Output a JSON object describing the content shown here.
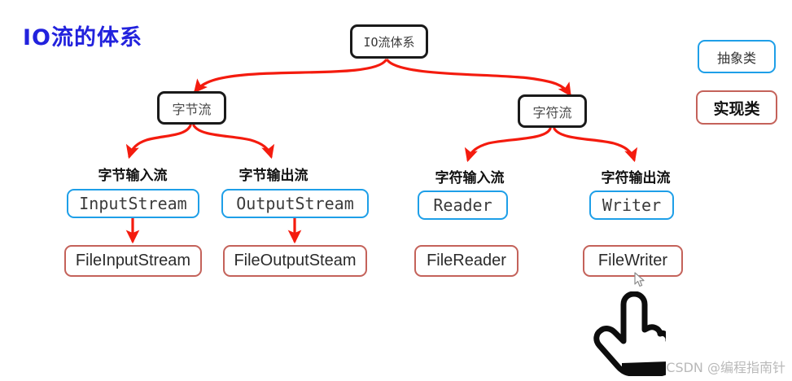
{
  "title": "IO流的体系",
  "watermark": "CSDN @编程指南针",
  "colors": {
    "title": "#2222dd",
    "edge": "#f41b0e",
    "abstract_border": "#1e9fe8",
    "impl_border": "#c4625a",
    "node_border": "#1a1a1a",
    "background": "#ffffff",
    "watermark": "#b9b9b9"
  },
  "legend": [
    {
      "label": "抽象类",
      "type": "abstract"
    },
    {
      "label": "实现类",
      "type": "impl"
    }
  ],
  "diagram": {
    "root": {
      "label": "IO流体系"
    },
    "level2": [
      {
        "label": "字节流"
      },
      {
        "label": "字符流"
      }
    ],
    "captions": [
      {
        "label": "字节输入流"
      },
      {
        "label": "字节输出流"
      },
      {
        "label": "字符输入流"
      },
      {
        "label": "字符输出流"
      }
    ],
    "abstract_classes": [
      {
        "label": "InputStream"
      },
      {
        "label": "OutputStream"
      },
      {
        "label": "Reader"
      },
      {
        "label": "Writer"
      }
    ],
    "impl_classes": [
      {
        "label": "FileInputStream"
      },
      {
        "label": "FileOutputSteam"
      },
      {
        "label": "FileReader"
      },
      {
        "label": "FileWriter"
      }
    ]
  },
  "cursors": {
    "hand": "pointing-hand-cursor",
    "arrow": "arrow-cursor"
  }
}
